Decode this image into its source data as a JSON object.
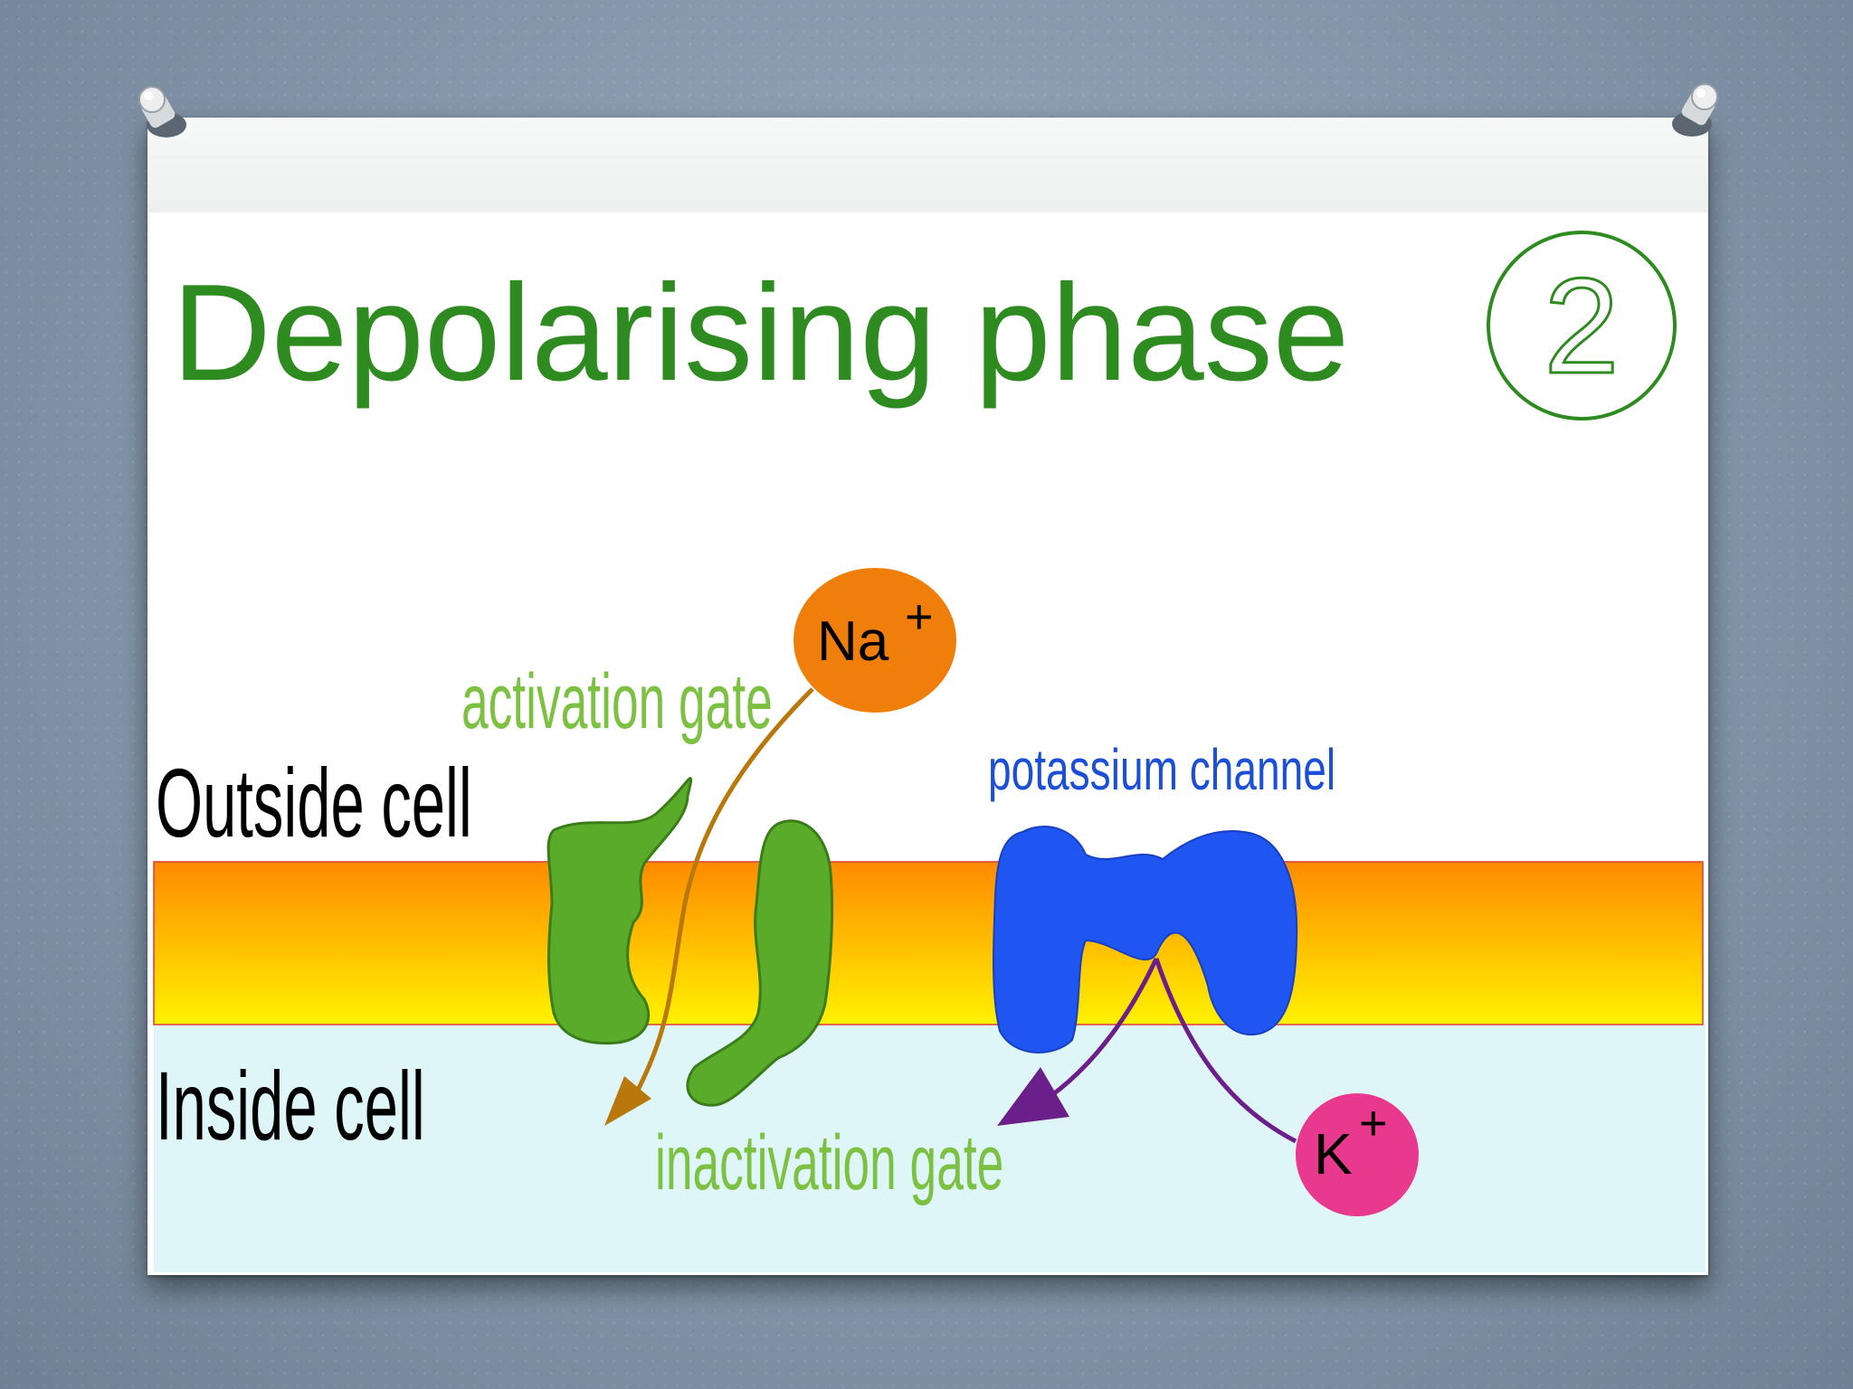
{
  "slide": {
    "title": "Depolarising phase",
    "phase_number": "2"
  },
  "labels": {
    "outside": "Outside cell",
    "inside": "Inside cell",
    "activation_gate": "activation gate",
    "inactivation_gate": "inactivation gate",
    "potassium_channel": "potassium channel"
  },
  "ions": {
    "sodium": {
      "symbol": "Na",
      "charge": "+"
    },
    "potassium": {
      "symbol": "K",
      "charge": "+"
    }
  },
  "colors": {
    "title": "#2e8b1f",
    "gate_label": "#7cc142",
    "gate_fill": "#5aab2a",
    "potassium_label": "#1c4fd8",
    "potassium_channel": "#1f55f0",
    "sodium_ion": "#f07e0b",
    "potassium_ion": "#e8398f",
    "sodium_arrow": "#b8780c",
    "potassium_arrow": "#6b1f8a",
    "inside_fill": "#dff6f8"
  }
}
